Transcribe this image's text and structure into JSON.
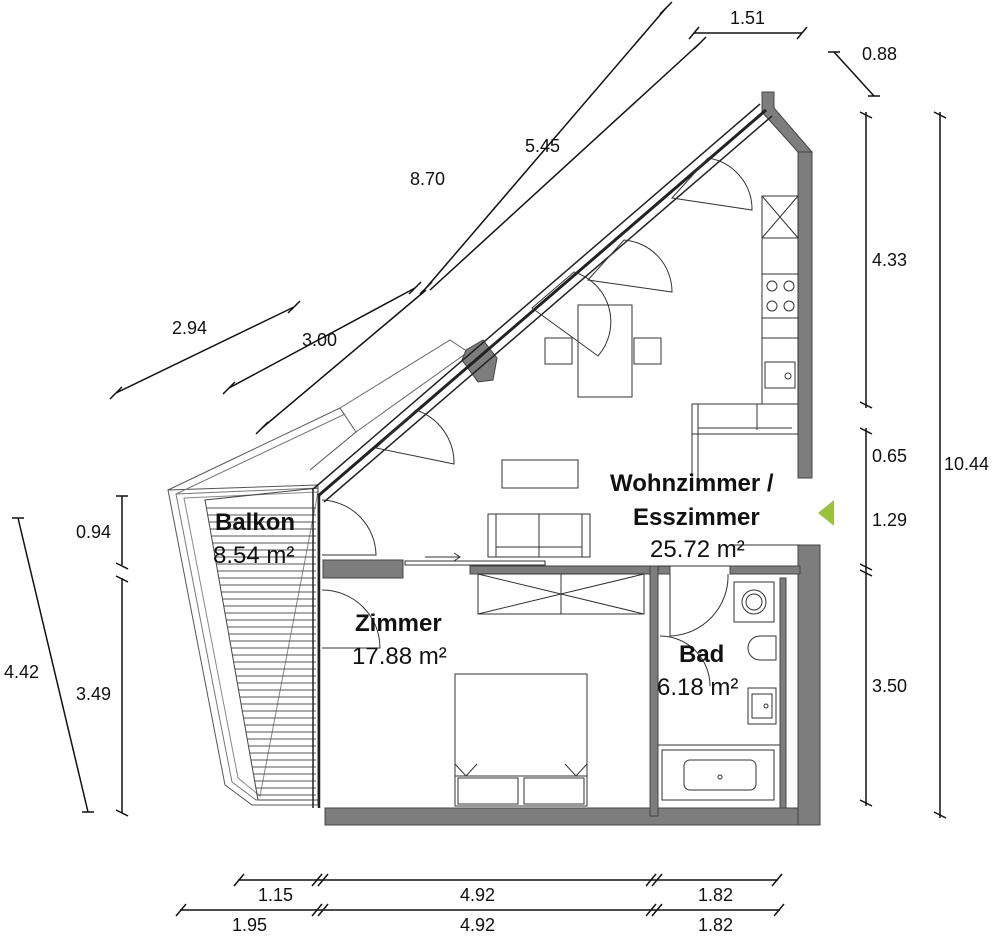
{
  "rooms": {
    "balkon": {
      "name": "Balkon",
      "area": "8.54 m²"
    },
    "wohn": {
      "name_line1": "Wohnzimmer /",
      "name_line2": "Esszimmer",
      "area": "25.72 m²"
    },
    "zimmer": {
      "name": "Zimmer",
      "area": "17.88 m²"
    },
    "bad": {
      "name": "Bad",
      "area": "6.18 m²"
    }
  },
  "dimensions": {
    "diag_outer": "8.70",
    "diag_inner": "5.45",
    "diag_left_outer": "2.94",
    "diag_left_inner": "3.00",
    "top_width": "1.51",
    "corner": "0.88",
    "right_outer": "10.44",
    "right_upper": "4.33",
    "right_0_65": "0.65",
    "right_1_29": "1.29",
    "right_lower": "3.50",
    "left_outer": "4.42",
    "left_upper": "0.94",
    "left_lower": "3.49",
    "bottom_row1": [
      "1.15",
      "4.92",
      "1.82"
    ],
    "bottom_row2": [
      "1.95",
      "4.92",
      "1.82"
    ]
  },
  "colors": {
    "wall": "#7d7d7d",
    "line": "#222222",
    "entrance": "#9bc23c"
  }
}
